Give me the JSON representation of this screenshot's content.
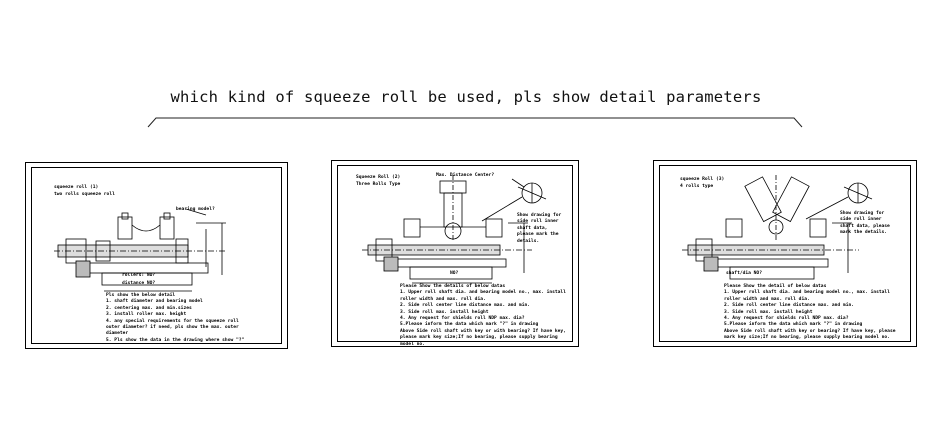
{
  "heading": "which kind of squeeze roll be used, pls show detail parameters",
  "sheets": [
    {
      "title": "squeeze roll (1)",
      "subtitle": "two rolls squeeze roll",
      "label_a": "bearing model?",
      "label_b": "distance NO?",
      "label_c": "rollers: NO?",
      "notes": [
        "Pls show the below detail",
        "1. shaft diameter and bearing model",
        "2. centering max. and min.sizes",
        "3. install roller max. height",
        "4. any special requirements for the squeeze roll",
        "outer diameter? if need, pls show the max. outer",
        "diameter",
        "5. Pls show the data in the drawing where show \"?\""
      ]
    },
    {
      "title": "Squeeze Roll (2)",
      "subtitle": "Three Rolls Type",
      "label_top": "Max. Distance Center?",
      "side_note": "Show drawing for side roll inner shaft data, please mark the details.",
      "label_b": "NO?",
      "notes": [
        "Please Show the details of below datas",
        "1. Upper roll shaft dia. and bearing model no., max. install roller width and max. roll dia.",
        "2. Side roll center line distance max. and min.",
        "3. Side roll max. install height",
        "4. Any request for shields roll NDP max. dia?",
        "5.Please inform the data which mark \"?\" in drawing",
        "Above Side roll shaft with key or with bearing? If have key, please mark key size;If no bearing, please supply bearing model no."
      ]
    },
    {
      "title": "squeeze Roll (3)",
      "subtitle": "4 rolls type",
      "side_note": "Show drawing for side roll inner shaft data, please mark the details.",
      "label_b": "shaft/dia NO?",
      "notes": [
        "Please Show the detail of below datas",
        "1. Upper roll shaft dia. and bearing model no., max. install roller width and max. roll dia.",
        "2. Side roll center line distance max. and min.",
        "3. Side roll max. install height",
        "4. Any request for shields roll NDP max. dia?",
        "5.Please inform the data which mark \"?\" in drawing",
        "Above Side roll shaft with key or bearing? If have key, please mark key size;If no bearing, please supply bearing model no."
      ]
    }
  ]
}
